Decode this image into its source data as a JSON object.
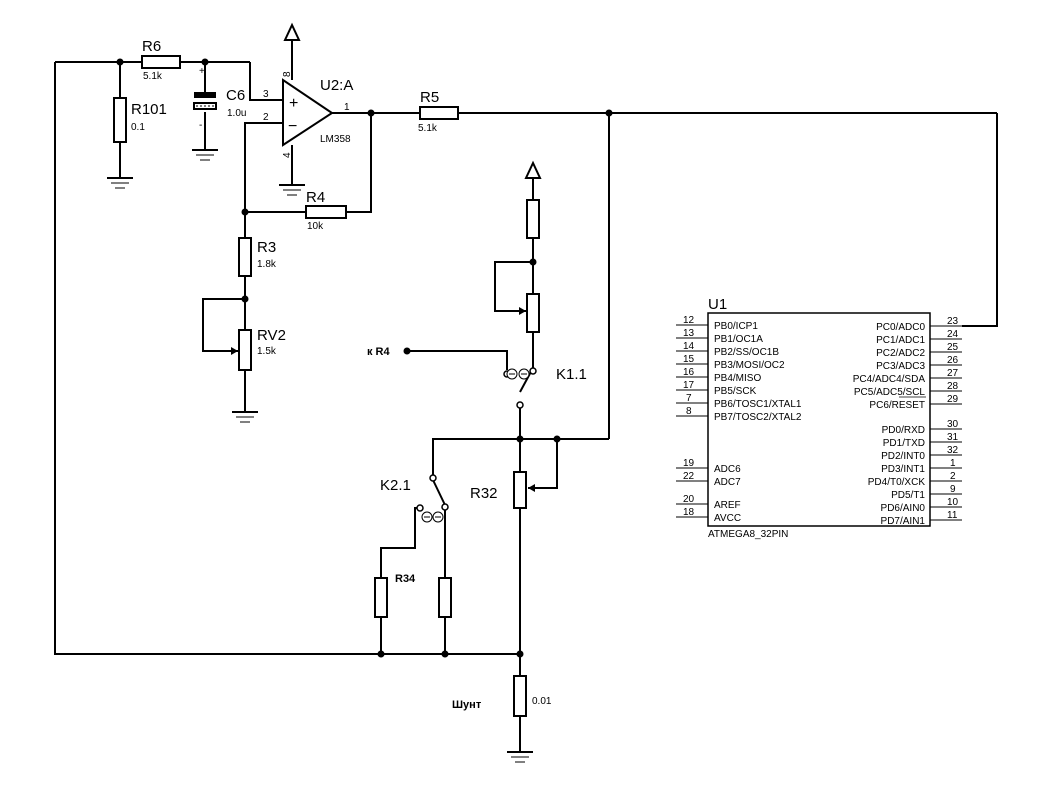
{
  "components": {
    "R6": {
      "ref": "R6",
      "value": "5.1k"
    },
    "R101": {
      "ref": "R101",
      "value": "0.1"
    },
    "C6": {
      "ref": "C6",
      "value": "1.0u",
      "plus": "+",
      "minus": "-"
    },
    "U2A": {
      "ref": "U2:A",
      "value": "LM358",
      "pin_noninv": "3",
      "pin_inv": "2",
      "pin_out": "1",
      "pin_vcc": "8",
      "pin_gnd": "4",
      "plus": "+",
      "minus": "−"
    },
    "R5": {
      "ref": "R5",
      "value": "5.1k"
    },
    "R4": {
      "ref": "R4",
      "value": "10k"
    },
    "R3": {
      "ref": "R3",
      "value": "1.8k"
    },
    "RV2": {
      "ref": "RV2",
      "value": "1.5k"
    },
    "K1": {
      "ref": "K1.1"
    },
    "K2": {
      "ref": "K2.1"
    },
    "R32": {
      "ref": "R32"
    },
    "R34": {
      "ref": "R34"
    },
    "shunt": {
      "ref": "Шунт",
      "value": "0.01"
    },
    "k_r4_label": "к R4",
    "U1": {
      "ref": "U1",
      "part": "ATMEGA8_32PIN",
      "left_pins": [
        {
          "num": "12",
          "name": "PB0/ICP1"
        },
        {
          "num": "13",
          "name": "PB1/OC1A"
        },
        {
          "num": "14",
          "name": "PB2/SS/OC1B"
        },
        {
          "num": "15",
          "name": "PB3/MOSI/OC2"
        },
        {
          "num": "16",
          "name": "PB4/MISO"
        },
        {
          "num": "17",
          "name": "PB5/SCK"
        },
        {
          "num": "7",
          "name": "PB6/TOSC1/XTAL1"
        },
        {
          "num": "8",
          "name": "PB7/TOSC2/XTAL2"
        },
        {
          "num": "19",
          "name": "ADC6"
        },
        {
          "num": "22",
          "name": "ADC7"
        },
        {
          "num": "20",
          "name": "AREF"
        },
        {
          "num": "18",
          "name": "AVCC"
        }
      ],
      "right_pins": [
        {
          "num": "23",
          "name": "PC0/ADC0"
        },
        {
          "num": "24",
          "name": "PC1/ADC1"
        },
        {
          "num": "25",
          "name": "PC2/ADC2"
        },
        {
          "num": "26",
          "name": "PC3/ADC3"
        },
        {
          "num": "27",
          "name": "PC4/ADC4/SDA"
        },
        {
          "num": "28",
          "name": "PC5/ADC5/SCL"
        },
        {
          "num": "29",
          "name": "PC6/RESET"
        },
        {
          "num": "30",
          "name": "PD0/RXD"
        },
        {
          "num": "31",
          "name": "PD1/TXD"
        },
        {
          "num": "32",
          "name": "PD2/INT0"
        },
        {
          "num": "1",
          "name": "PD3/INT1"
        },
        {
          "num": "2",
          "name": "PD4/T0/XCK"
        },
        {
          "num": "9",
          "name": "PD5/T1"
        },
        {
          "num": "10",
          "name": "PD6/AIN0"
        },
        {
          "num": "11",
          "name": "PD7/AIN1"
        }
      ]
    }
  }
}
